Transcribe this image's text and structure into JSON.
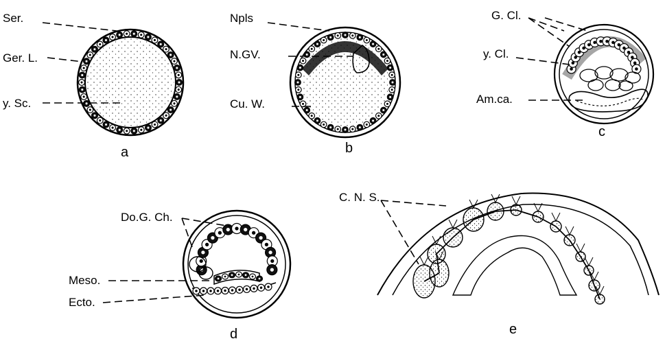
{
  "figure": {
    "panels": [
      {
        "id": "a",
        "caption": "a",
        "labels": [
          "Ser.",
          "Ger. L.",
          "y. Sc."
        ]
      },
      {
        "id": "b",
        "caption": "b",
        "labels": [
          "Npls",
          "N.GV.",
          "Cu. W."
        ]
      },
      {
        "id": "c",
        "caption": "c",
        "labels": [
          "G. Cl.",
          "y. Cl.",
          "Am.ca."
        ]
      },
      {
        "id": "d",
        "caption": "d",
        "labels": [
          "Do.G. Ch.",
          "Meso.",
          "Ecto."
        ]
      },
      {
        "id": "e",
        "caption": "e",
        "labels": [
          "C. N. S."
        ]
      }
    ]
  }
}
